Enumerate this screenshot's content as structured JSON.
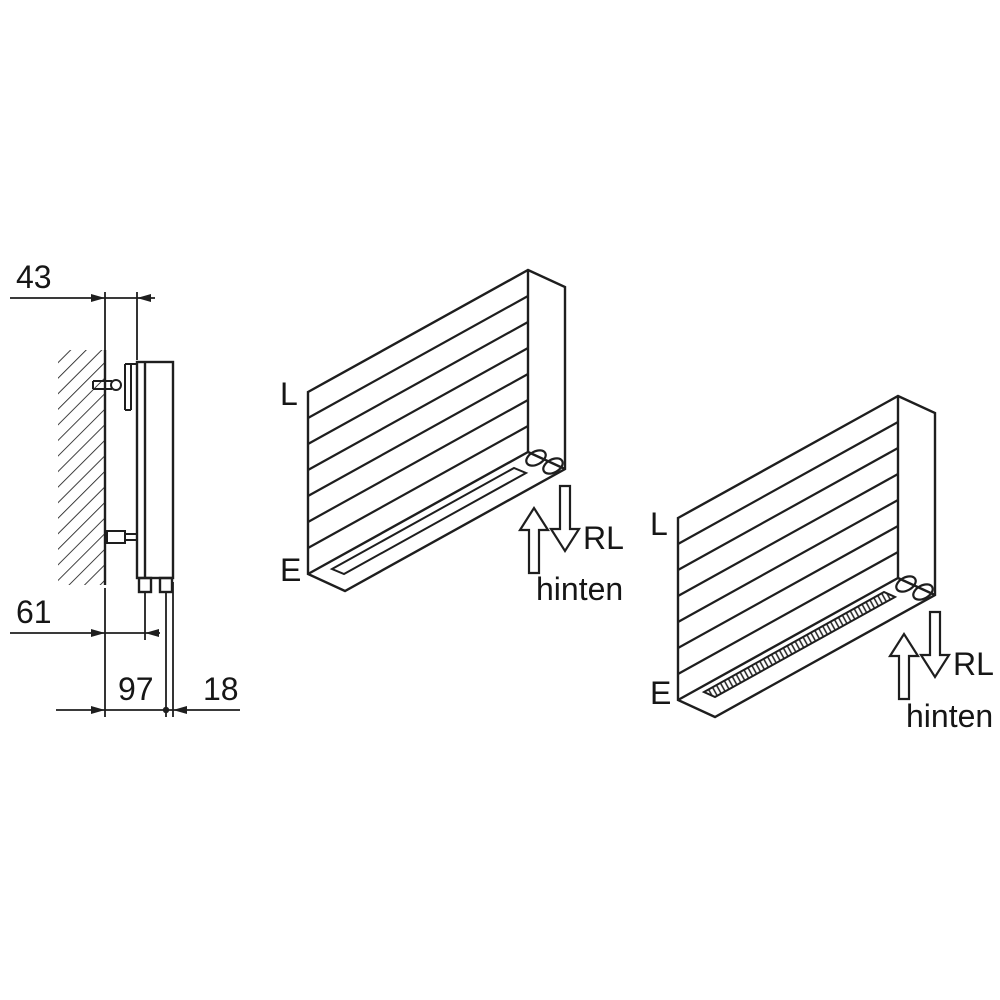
{
  "drawing": {
    "side_view_dims": {
      "wall_depth": "43",
      "pipe1_offset": "61",
      "pipe2_offset": "97",
      "front_offset": "18"
    },
    "front_unit": {
      "label_l": "L",
      "label_e": "E",
      "label_rl": "RL",
      "label_hinten": "hinten"
    },
    "grille_unit": {
      "label_l": "L",
      "label_e": "E",
      "label_rl": "RL",
      "label_hinten": "hinten"
    }
  }
}
